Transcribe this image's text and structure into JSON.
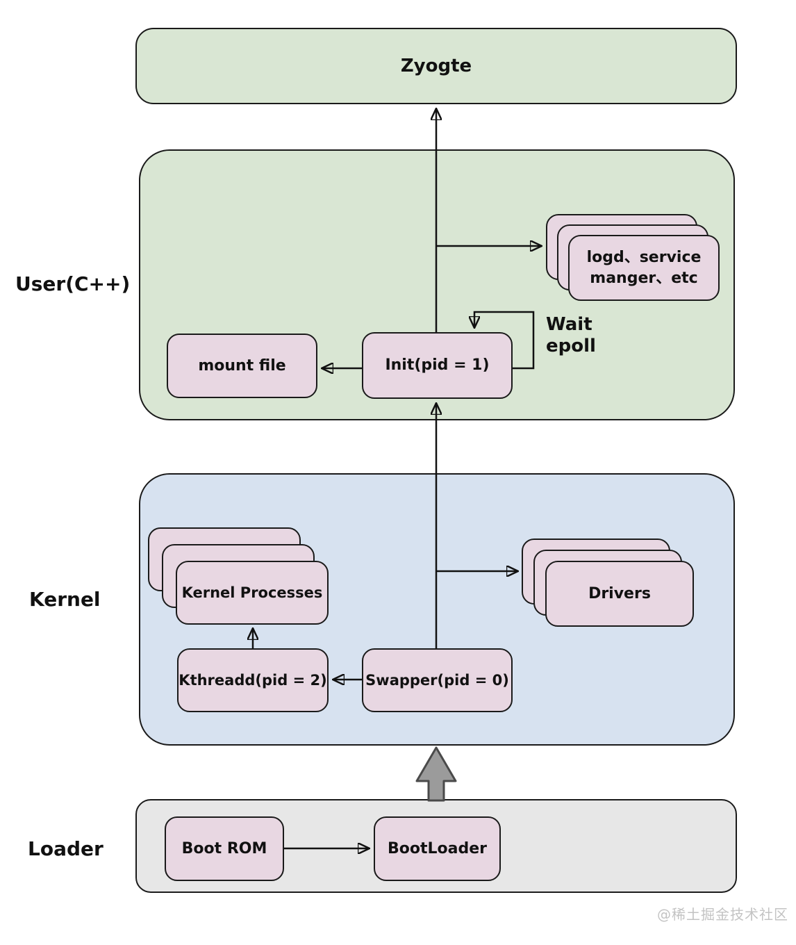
{
  "diagram": {
    "watermark": "@稀土掘金技术社区",
    "layers": {
      "user": {
        "label": "User(C++)"
      },
      "kernel": {
        "label": "Kernel"
      },
      "loader": {
        "label": "Loader"
      }
    },
    "nodes": {
      "zygote": "Zyogte",
      "logd_stack": "logd、service\nmanger、etc",
      "init": "Init(pid = 1)",
      "mount_file": "mount file",
      "wait_epoll": "Wait\nepoll",
      "kernel_processes": "Kernel Processes",
      "drivers": "Drivers",
      "kthreadd": "Kthreadd(pid = 2)",
      "swapper": "Swapper(pid = 0)",
      "boot_rom": "Boot ROM",
      "boot_loader": "BootLoader"
    },
    "colors": {
      "user_fill": "#d9e6d3",
      "kernel_fill": "#d7e2f0",
      "loader_fill": "#e7e7e7",
      "node_fill": "#e8d7e2",
      "stroke": "#1a1a1a",
      "big_arrow_fill": "#9b9b9b",
      "big_arrow_stroke": "#4a4a4a"
    }
  }
}
